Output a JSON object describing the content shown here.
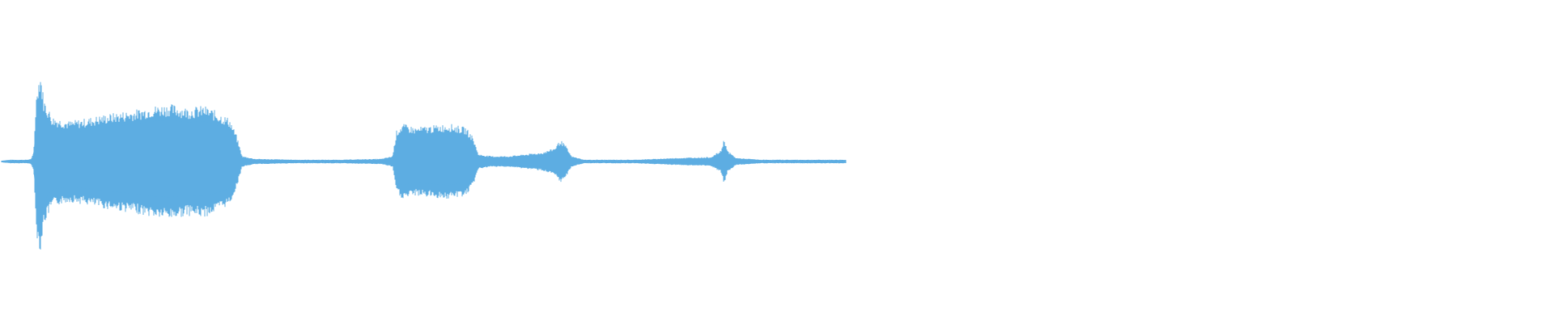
{
  "waveform": {
    "color": "#5dade2",
    "background": "#ffffff",
    "envelope_range": [
      -1,
      1
    ],
    "envelope": [
      [
        0.0,
        0.01
      ],
      [
        0.01,
        0.02
      ],
      [
        0.02,
        0.02
      ],
      [
        0.03,
        0.02
      ],
      [
        0.035,
        0.03
      ],
      [
        0.038,
        0.1
      ],
      [
        0.04,
        0.55
      ],
      [
        0.042,
        0.85
      ],
      [
        0.046,
        1.0
      ],
      [
        0.05,
        0.7
      ],
      [
        0.06,
        0.5
      ],
      [
        0.08,
        0.45
      ],
      [
        0.1,
        0.48
      ],
      [
        0.12,
        0.52
      ],
      [
        0.14,
        0.55
      ],
      [
        0.16,
        0.58
      ],
      [
        0.18,
        0.62
      ],
      [
        0.2,
        0.64
      ],
      [
        0.22,
        0.6
      ],
      [
        0.24,
        0.62
      ],
      [
        0.25,
        0.58
      ],
      [
        0.27,
        0.48
      ],
      [
        0.278,
        0.3
      ],
      [
        0.285,
        0.06
      ],
      [
        0.3,
        0.03
      ],
      [
        0.35,
        0.02
      ],
      [
        0.4,
        0.02
      ],
      [
        0.45,
        0.03
      ],
      [
        0.463,
        0.06
      ],
      [
        0.468,
        0.35
      ],
      [
        0.475,
        0.42
      ],
      [
        0.49,
        0.38
      ],
      [
        0.51,
        0.4
      ],
      [
        0.53,
        0.42
      ],
      [
        0.55,
        0.38
      ],
      [
        0.558,
        0.28
      ],
      [
        0.565,
        0.08
      ],
      [
        0.58,
        0.06
      ],
      [
        0.6,
        0.06
      ],
      [
        0.62,
        0.08
      ],
      [
        0.64,
        0.1
      ],
      [
        0.655,
        0.15
      ],
      [
        0.662,
        0.24
      ],
      [
        0.668,
        0.18
      ],
      [
        0.675,
        0.06
      ],
      [
        0.69,
        0.02
      ],
      [
        0.75,
        0.02
      ],
      [
        0.8,
        0.04
      ],
      [
        0.84,
        0.05
      ],
      [
        0.852,
        0.12
      ],
      [
        0.856,
        0.26
      ],
      [
        0.86,
        0.12
      ],
      [
        0.87,
        0.04
      ],
      [
        0.9,
        0.02
      ],
      [
        0.95,
        0.02
      ],
      [
        1.0,
        0.02
      ]
    ]
  }
}
